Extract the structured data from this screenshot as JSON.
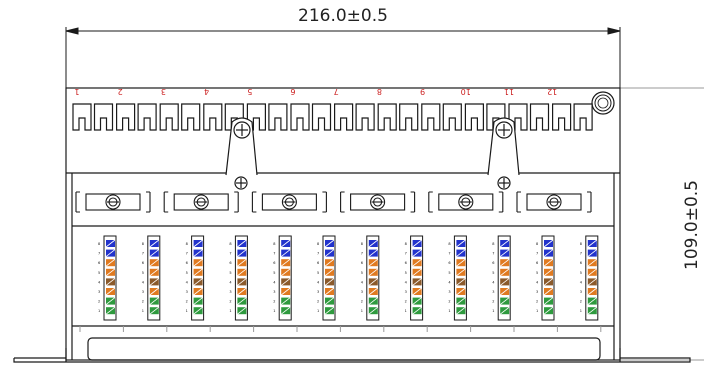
{
  "dimensions": {
    "width_label": "216.0±0.5",
    "height_label": "109.0±0.5"
  },
  "ports": [
    "1",
    "2",
    "3",
    "4",
    "5",
    "6",
    "7",
    "8",
    "9",
    "10",
    "11",
    "12"
  ],
  "pin_labels": [
    "8",
    "7",
    "6",
    "5",
    "4",
    "3",
    "2",
    "1"
  ],
  "colors": {
    "outline": "#1a1a1a",
    "port_number": "#cc2222",
    "wire_blue": "#2233cc",
    "wire_orange": "#e07a20",
    "wire_green": "#2e9a3e",
    "wire_brown": "#8b5a2b"
  }
}
